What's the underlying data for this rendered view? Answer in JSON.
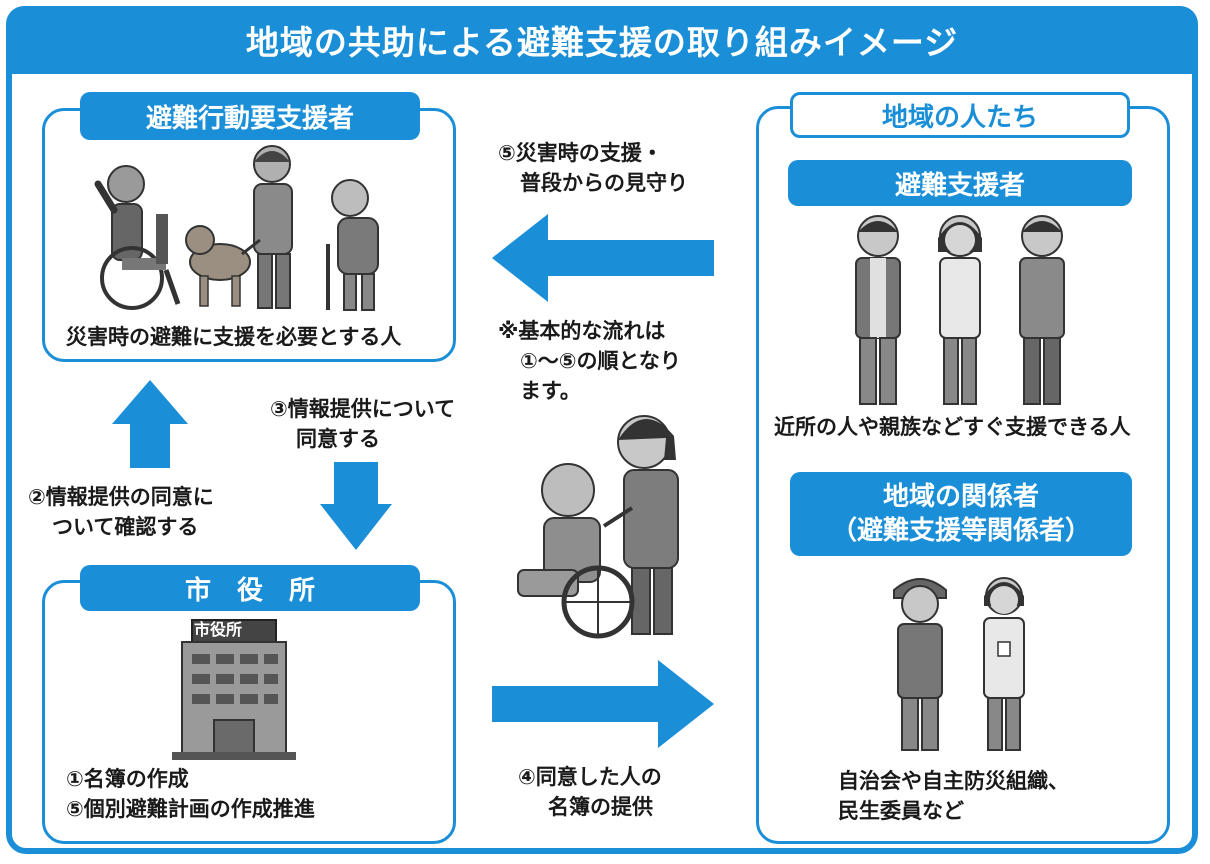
{
  "title": "地域の共助による避難支援の取り組みイメージ",
  "left_top_panel": {
    "header": "避難行動要支援者",
    "caption": "災害時の避難に支援を必要とする人"
  },
  "left_bottom_panel": {
    "header": "市　役　所",
    "building_sign": "市役所",
    "lines": [
      "①名簿の作成",
      "⑤個別避難計画の作成推進"
    ]
  },
  "right_panel": {
    "header": "地域の人たち",
    "supporters_header": "避難支援者",
    "supporters_caption": "近所の人や親族などすぐ支援できる人",
    "related_header_line1": "地域の関係者",
    "related_header_line2": "（避難支援等関係者）",
    "related_caption_line1": "自治会や自主防災組織、",
    "related_caption_line2": "民生委員など"
  },
  "steps": {
    "step5_line1": "⑤災害時の支援・",
    "step5_line2": "普段からの見守り",
    "note_line1": "※基本的な流れは",
    "note_line2": "①〜⑤の順となり",
    "note_line3": "ます。",
    "step3_line1": "③情報提供について",
    "step3_line2": "同意する",
    "step2_line1": "②情報提供の同意に",
    "step2_line2": "ついて確認する",
    "step4_line1": "④同意した人の",
    "step4_line2": "名簿の提供"
  },
  "colors": {
    "accent": "#1a8fd8",
    "figure_gray": "#8a8a8a",
    "figure_dark": "#555555"
  }
}
